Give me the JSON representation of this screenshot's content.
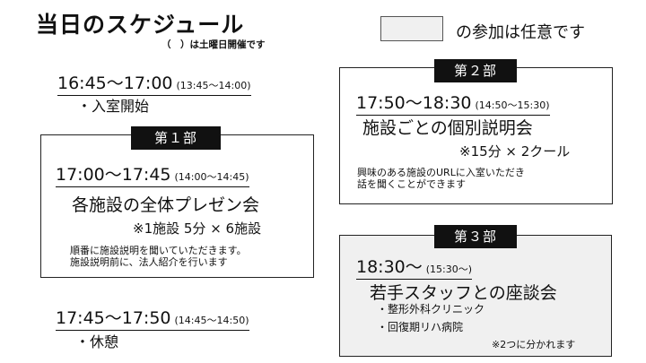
{
  "header": {
    "title": "当日のスケジュール",
    "subtitle": "（　）は土曜日開催です",
    "legend_text": "の参加は任意です"
  },
  "pre": {
    "time": "16:45～17:00",
    "time_sat": "(13:45～14:00)",
    "item": "・入室開始"
  },
  "part1": {
    "tag": "第１部",
    "time": "17:00～17:45",
    "time_sat": "(14:00～14:45)",
    "heading": "各施設の全体プレゼン会",
    "note": "※1施設 5分 × 6施設",
    "desc_line1": "順番に施設説明を聞いていただきます。",
    "desc_line2": "施設説明前に、法人紹介を行います"
  },
  "break": {
    "time": "17:45～17:50",
    "time_sat": "(14:45～14:50)",
    "item": "・休憩"
  },
  "part2": {
    "tag": "第２部",
    "time": "17:50～18:30",
    "time_sat": "(14:50～15:30)",
    "heading": "施設ごとの個別説明会",
    "note": "※15分 × 2クール",
    "desc_line1": "興味のある施設のURLに入室いただき",
    "desc_line2": "話を聞くことができます"
  },
  "part3": {
    "tag": "第３部",
    "time": "18:30～",
    "time_sat": "(15:30～)",
    "heading": "若手スタッフとの座談会",
    "item1": "・整形外科クリニック",
    "item2": "・回復期リハ病院",
    "note": "※2つに分かれます"
  }
}
